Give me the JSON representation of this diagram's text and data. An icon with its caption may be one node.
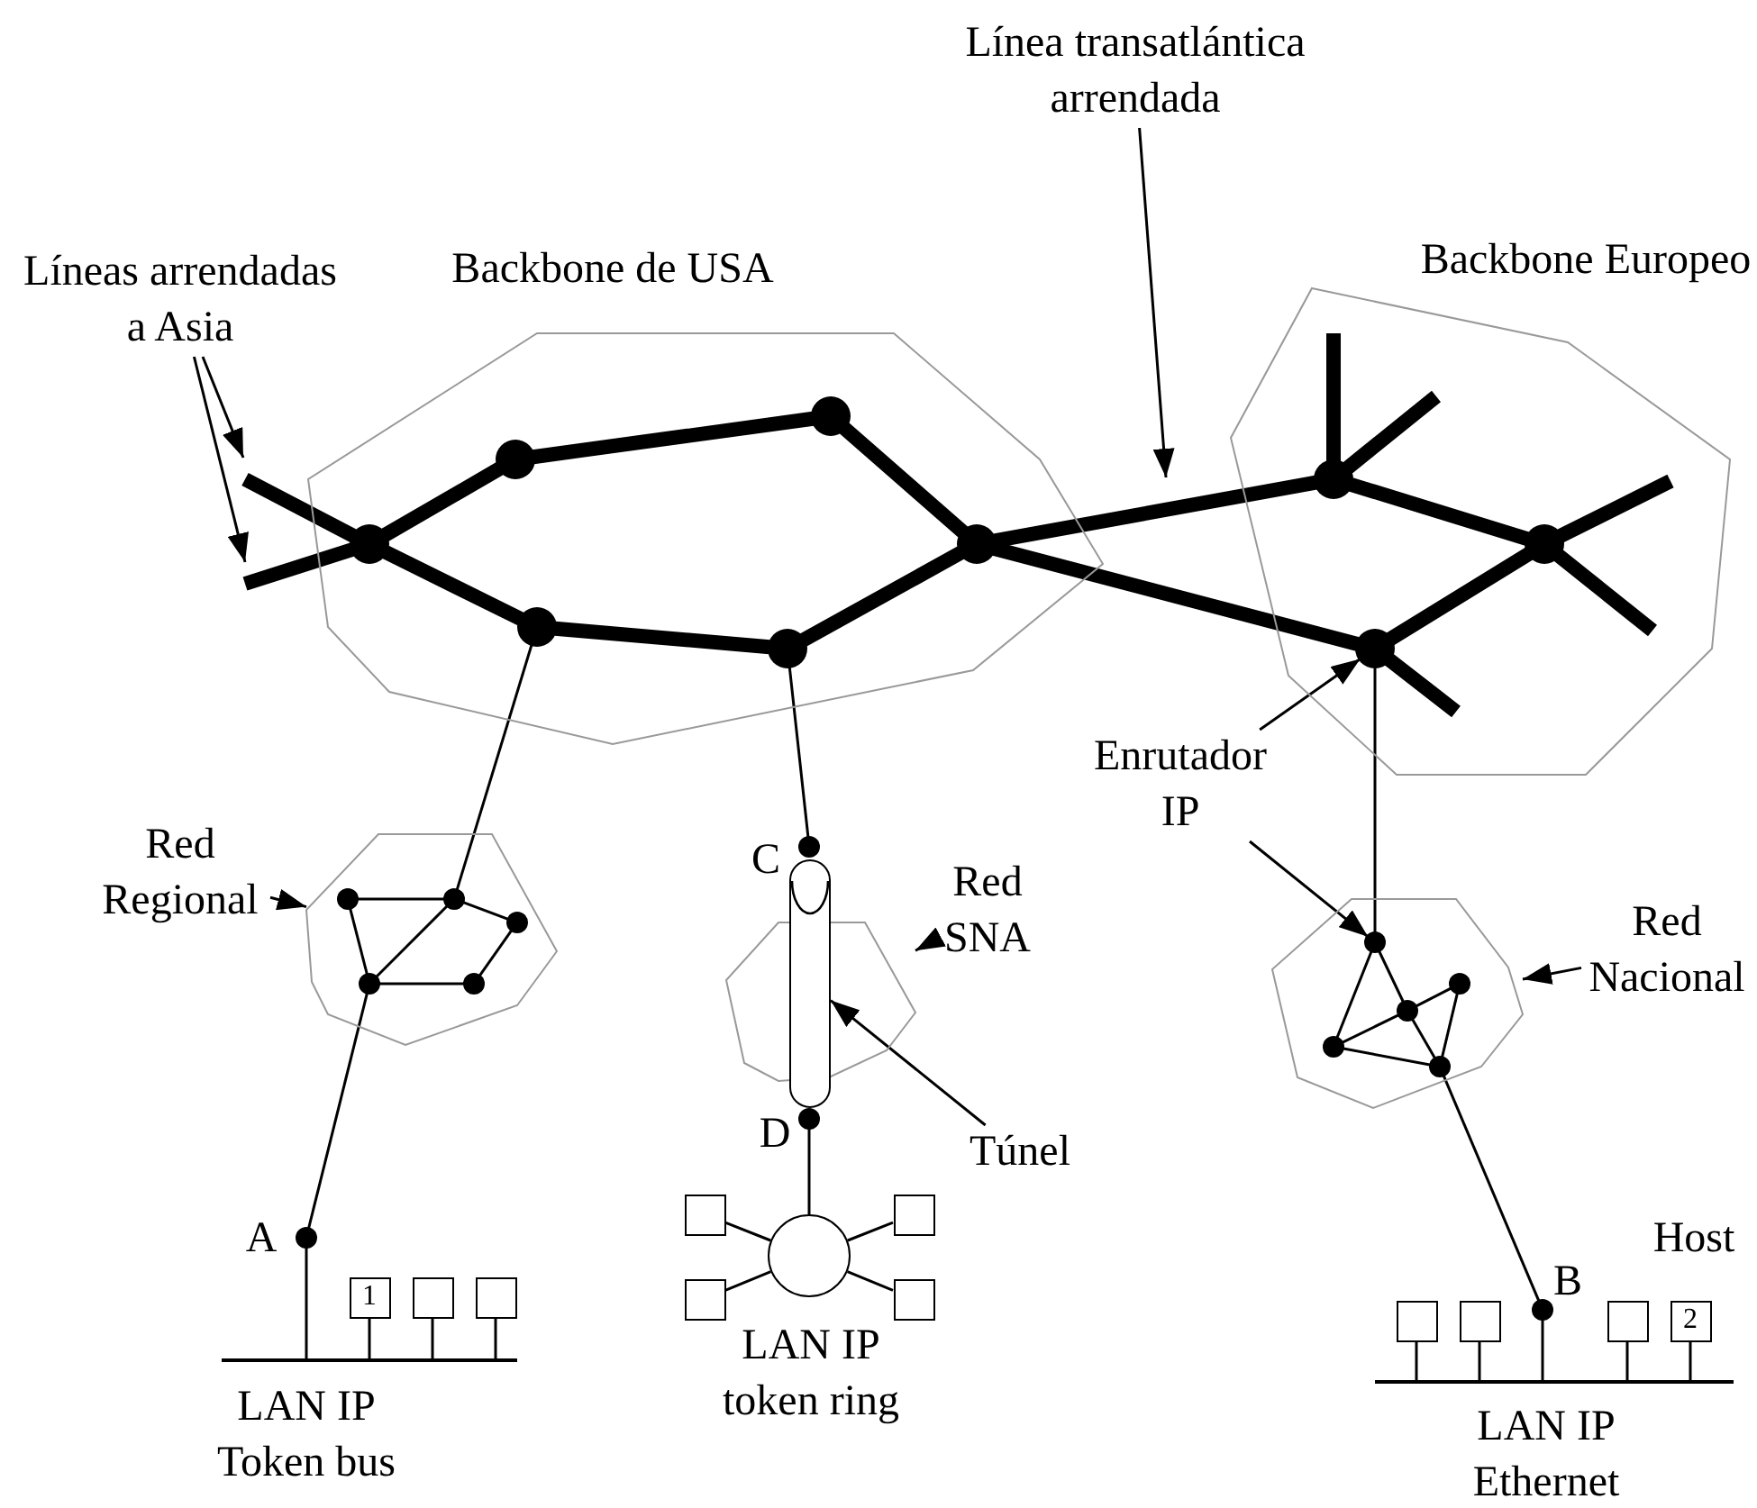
{
  "diagram": {
    "nodes": [
      {
        "text": [
          "Backbone de USA"
        ]
      },
      {
        "text": [],
        "shape": "circle",
        "in": 0
      },
      {
        "text": [],
        "shape": "circle",
        "in": 0
      },
      {
        "text": [],
        "shape": "circle",
        "in": 0
      },
      {
        "text": [],
        "shape": "circle",
        "in": 0
      },
      {
        "text": [],
        "shape": "circle",
        "in": 0
      },
      {
        "text": [],
        "shape": "circle",
        "in": 0
      },
      {
        "text": [
          "Backbone Europeo"
        ]
      },
      {
        "text": [],
        "shape": "circle",
        "in": 7
      },
      {
        "text": [],
        "shape": "circle",
        "in": 7
      },
      {
        "text": [],
        "shape": "circle",
        "in": 7
      },
      {
        "text": [],
        "shape": "cloud"
      },
      {
        "text": [],
        "shape": "circle",
        "in": 11
      },
      {
        "text": [],
        "shape": "circle",
        "in": 11
      },
      {
        "text": [],
        "shape": "circle",
        "in": 11
      },
      {
        "text": [],
        "shape": "circle",
        "in": 11
      },
      {
        "text": [],
        "shape": "circle",
        "in": 11
      },
      {
        "text": [],
        "shape": "circle",
        "beside": [
          "A"
        ]
      },
      {
        "text": [
          "LAN IP Token bus"
        ]
      },
      {
        "text": [
          "1"
        ]
      },
      {
        "text": [],
        "shape": "box"
      },
      {
        "text": [],
        "shape": "box"
      },
      {
        "text": [],
        "shape": "cloud"
      },
      {
        "text": [],
        "shape": "circle",
        "beside": [
          "C"
        ]
      },
      {
        "text": [],
        "shape": "cylinder"
      },
      {
        "text": [],
        "shape": "circle",
        "beside": [
          "D"
        ]
      },
      {
        "text": [
          "LAN IP token ring"
        ]
      },
      {
        "text": [],
        "shape": "box"
      },
      {
        "text": [],
        "shape": "box"
      },
      {
        "text": [],
        "shape": "box"
      },
      {
        "text": [],
        "shape": "box"
      },
      {
        "text": [],
        "shape": "cloud"
      },
      {
        "text": [],
        "shape": "circle",
        "in": 31
      },
      {
        "text": [],
        "shape": "circle",
        "in": 31
      },
      {
        "text": [],
        "shape": "circle",
        "in": 31
      },
      {
        "text": [],
        "shape": "circle",
        "in": 31
      },
      {
        "text": [],
        "shape": "circle",
        "in": 31
      },
      {
        "text": [],
        "shape": "circle",
        "beside": [
          "B"
        ]
      },
      {
        "text": [
          "LAN IP Ethernet"
        ]
      },
      {
        "text": [],
        "shape": "box"
      },
      {
        "text": [],
        "shape": "box"
      },
      {
        "text": [],
        "shape": "box"
      },
      {
        "text": [
          "2"
        ]
      },
      {
        "text": [
          "Líneas arrendadas a Asia"
        ]
      },
      {
        "text": [
          "Línea transatlántica arrendada"
        ]
      },
      {
        "text": [
          "Red Regional"
        ]
      },
      {
        "text": [
          "Red SNA"
        ]
      },
      {
        "text": [
          "Túnel"
        ]
      },
      {
        "text": [
          "Enrutador IP"
        ]
      },
      {
        "text": [
          "Red Nacional"
        ]
      }
    ],
    "edges": [
      {
        "from": null,
        "to": 1,
        "arrow": "none",
        "style": "thick"
      },
      {
        "from": null,
        "to": 1,
        "arrow": "none",
        "style": "thick"
      },
      {
        "from": 1,
        "to": 2,
        "arrow": "none",
        "style": "thick"
      },
      {
        "from": 2,
        "to": 3,
        "arrow": "none",
        "style": "thick"
      },
      {
        "from": 3,
        "to": 4,
        "arrow": "none",
        "style": "thick"
      },
      {
        "from": 4,
        "to": 5,
        "arrow": "none",
        "style": "thick"
      },
      {
        "from": 5,
        "to": 6,
        "arrow": "none",
        "style": "thick"
      },
      {
        "from": 6,
        "to": 1,
        "arrow": "none",
        "style": "thick"
      },
      {
        "from": 4,
        "to": 8,
        "arrow": "none",
        "style": "thick"
      },
      {
        "from": 4,
        "to": 10,
        "arrow": "none",
        "style": "thick"
      },
      {
        "from": 8,
        "to": 9,
        "arrow": "none",
        "style": "thick"
      },
      {
        "from": 9,
        "to": 10,
        "arrow": "none",
        "style": "thick"
      },
      {
        "from": 8,
        "to": null,
        "arrow": "none",
        "style": "thick"
      },
      {
        "from": 8,
        "to": null,
        "arrow": "none",
        "style": "thick"
      },
      {
        "from": 9,
        "to": null,
        "arrow": "none",
        "style": "thick"
      },
      {
        "from": 9,
        "to": null,
        "arrow": "none",
        "style": "thick"
      },
      {
        "from": 10,
        "to": null,
        "arrow": "none",
        "style": "thick"
      },
      {
        "from": 6,
        "to": 13,
        "arrow": "none"
      },
      {
        "from": 12,
        "to": 13,
        "arrow": "none"
      },
      {
        "from": 13,
        "to": 14,
        "arrow": "none"
      },
      {
        "from": 14,
        "to": 15,
        "arrow": "none"
      },
      {
        "from": 15,
        "to": 16,
        "arrow": "none"
      },
      {
        "from": 16,
        "to": 12,
        "arrow": "none"
      },
      {
        "from": 13,
        "to": 16,
        "arrow": "none"
      },
      {
        "from": 16,
        "to": 17,
        "arrow": "none"
      },
      {
        "from": 17,
        "to": 18,
        "arrow": "none"
      },
      {
        "from": 19,
        "to": 18,
        "arrow": "none"
      },
      {
        "from": 20,
        "to": 18,
        "arrow": "none"
      },
      {
        "from": 21,
        "to": 18,
        "arrow": "none"
      },
      {
        "from": 5,
        "to": 23,
        "arrow": "none"
      },
      {
        "from": 25,
        "to": 26,
        "arrow": "none"
      },
      {
        "from": 27,
        "to": 26,
        "arrow": "none"
      },
      {
        "from": 28,
        "to": 26,
        "arrow": "none"
      },
      {
        "from": 29,
        "to": 26,
        "arrow": "none"
      },
      {
        "from": 30,
        "to": 26,
        "arrow": "none"
      },
      {
        "from": 10,
        "to": 32,
        "arrow": "none"
      },
      {
        "from": 32,
        "to": 35,
        "arrow": "none"
      },
      {
        "from": 32,
        "to": 34,
        "arrow": "none"
      },
      {
        "from": 34,
        "to": 36,
        "arrow": "none"
      },
      {
        "from": 35,
        "to": 34,
        "arrow": "none"
      },
      {
        "from": 34,
        "to": 33,
        "arrow": "none"
      },
      {
        "from": 33,
        "to": 36,
        "arrow": "none"
      },
      {
        "from": 35,
        "to": 36,
        "arrow": "none"
      },
      {
        "from": 36,
        "to": 37,
        "arrow": "none"
      },
      {
        "from": 37,
        "to": 38,
        "arrow": "none"
      },
      {
        "from": 39,
        "to": 38,
        "arrow": "none"
      },
      {
        "from": 40,
        "to": 38,
        "arrow": "none"
      },
      {
        "from": 41,
        "to": 38,
        "arrow": "none"
      },
      {
        "from": 42,
        "to": 38,
        "arrow": "none"
      },
      {
        "from": 43,
        "to": null,
        "arrow": "to"
      },
      {
        "from": 43,
        "to": null,
        "arrow": "to"
      },
      {
        "from": 44,
        "to": null,
        "arrow": "to"
      },
      {
        "from": 45,
        "to": 11,
        "arrow": "to"
      },
      {
        "from": 46,
        "to": 22,
        "arrow": "to"
      },
      {
        "from": 47,
        "to": 24,
        "arrow": "to"
      },
      {
        "from": 48,
        "to": 10,
        "arrow": "to"
      },
      {
        "from": 48,
        "to": 32,
        "arrow": "to"
      },
      {
        "from": 49,
        "to": 31,
        "arrow": "to"
      }
    ],
    "labels": [
      "Host"
    ]
  }
}
